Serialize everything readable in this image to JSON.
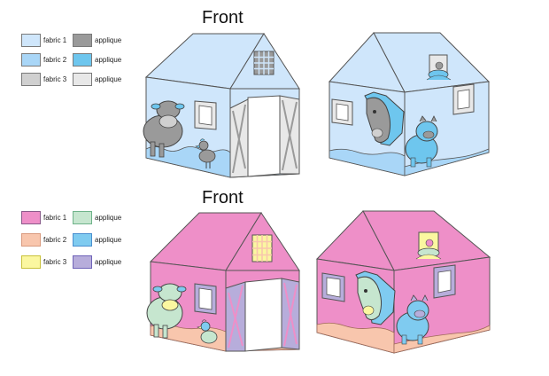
{
  "variants": [
    {
      "title": "Front",
      "legend": [
        {
          "label": "fabric 1",
          "color": "#cfe6fb",
          "border": "#6f6f6f"
        },
        {
          "label": "applique",
          "color": "#9a9a9a",
          "border": "#6f6f6f"
        },
        {
          "label": "fabric 2",
          "color": "#a9d6f7",
          "border": "#6f6f6f"
        },
        {
          "label": "applique",
          "color": "#6ec6ee",
          "border": "#6f6f6f"
        },
        {
          "label": "fabric 3",
          "color": "#d0d0d0",
          "border": "#6f6f6f"
        },
        {
          "label": "applique",
          "color": "#e8e8e8",
          "border": "#6f6f6f"
        }
      ]
    },
    {
      "title": "Front",
      "legend": [
        {
          "label": "fabric 1",
          "color": "#ee8fc8",
          "border": "#8a5a8a"
        },
        {
          "label": "applique",
          "color": "#c6e6cf",
          "border": "#6fb38a"
        },
        {
          "label": "fabric 2",
          "color": "#f8c6ad",
          "border": "#d99a7e"
        },
        {
          "label": "applique",
          "color": "#7fcbf0",
          "border": "#4a8fcf"
        },
        {
          "label": "fabric 3",
          "color": "#fbf7a0",
          "border": "#c9c23a"
        },
        {
          "label": "applique",
          "color": "#b7addb",
          "border": "#6f63b8"
        }
      ]
    }
  ]
}
